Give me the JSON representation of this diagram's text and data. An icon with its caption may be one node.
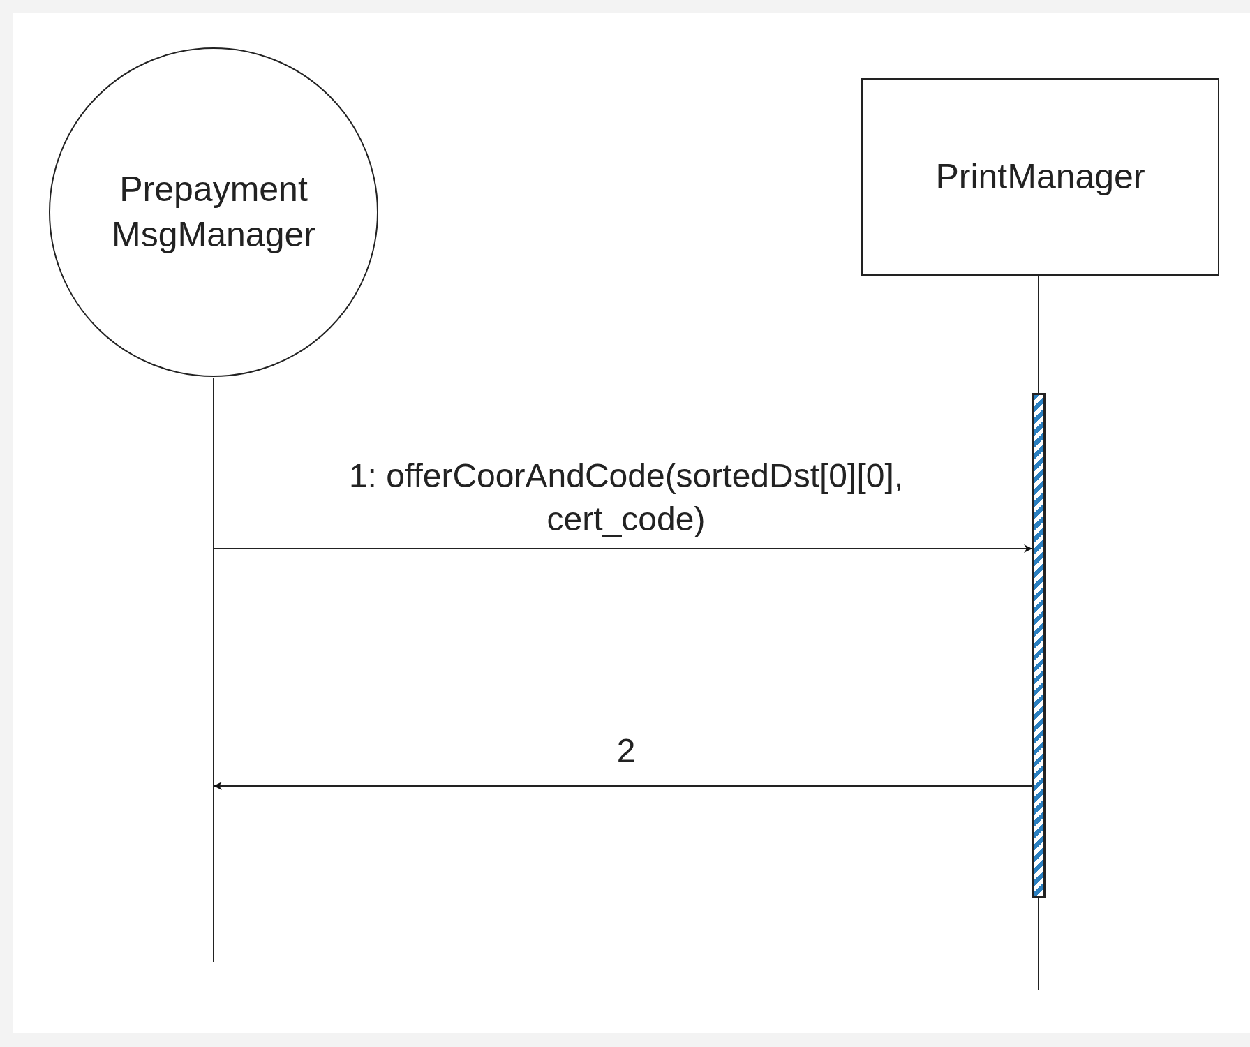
{
  "diagram": {
    "nodes": [
      {
        "text": [
          "Prepayment MsgManager"
        ]
      },
      {
        "text": [
          "PrintManager"
        ]
      },
      {
        "text": [],
        "shape": "bar"
      },
      {
        "text": [],
        "shape": "bar"
      }
    ],
    "edges": [
      {
        "from": 2,
        "to": 3,
        "arrow": "to",
        "label": "1: offerCoorAndCode(sortedDst[0][0], cert_code)"
      },
      {
        "from": 3,
        "to": 2,
        "arrow": "to",
        "label": "2"
      },
      {
        "from": 1,
        "to": 3,
        "arrow": "none"
      }
    ]
  }
}
